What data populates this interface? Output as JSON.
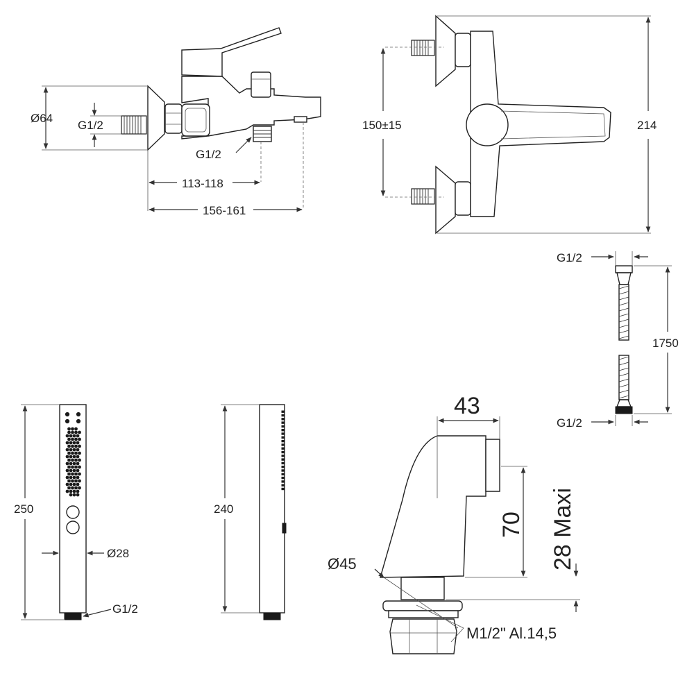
{
  "colors": {
    "line": "#333333",
    "text": "#222222",
    "background": "#ffffff"
  },
  "mixer_side": {
    "diameter": "Ø64",
    "inlet_thread": "G1/2",
    "outlet_thread": "G1/2",
    "depth_outlet": "113-118",
    "depth_total": "156-161"
  },
  "mixer_front": {
    "inlet_spacing": "150±15",
    "width": "214"
  },
  "hose": {
    "thread_top": "G1/2",
    "length": "1750",
    "thread_bottom": "G1/2"
  },
  "hand_shower": {
    "length_front": "250",
    "diameter": "Ø28",
    "thread": "G1/2",
    "length_side": "240"
  },
  "spout": {
    "width": "43",
    "height": "70",
    "max_thickness": "28 Maxi",
    "diameter": "Ø45",
    "thread": "M1/2\" Al.14,5"
  }
}
